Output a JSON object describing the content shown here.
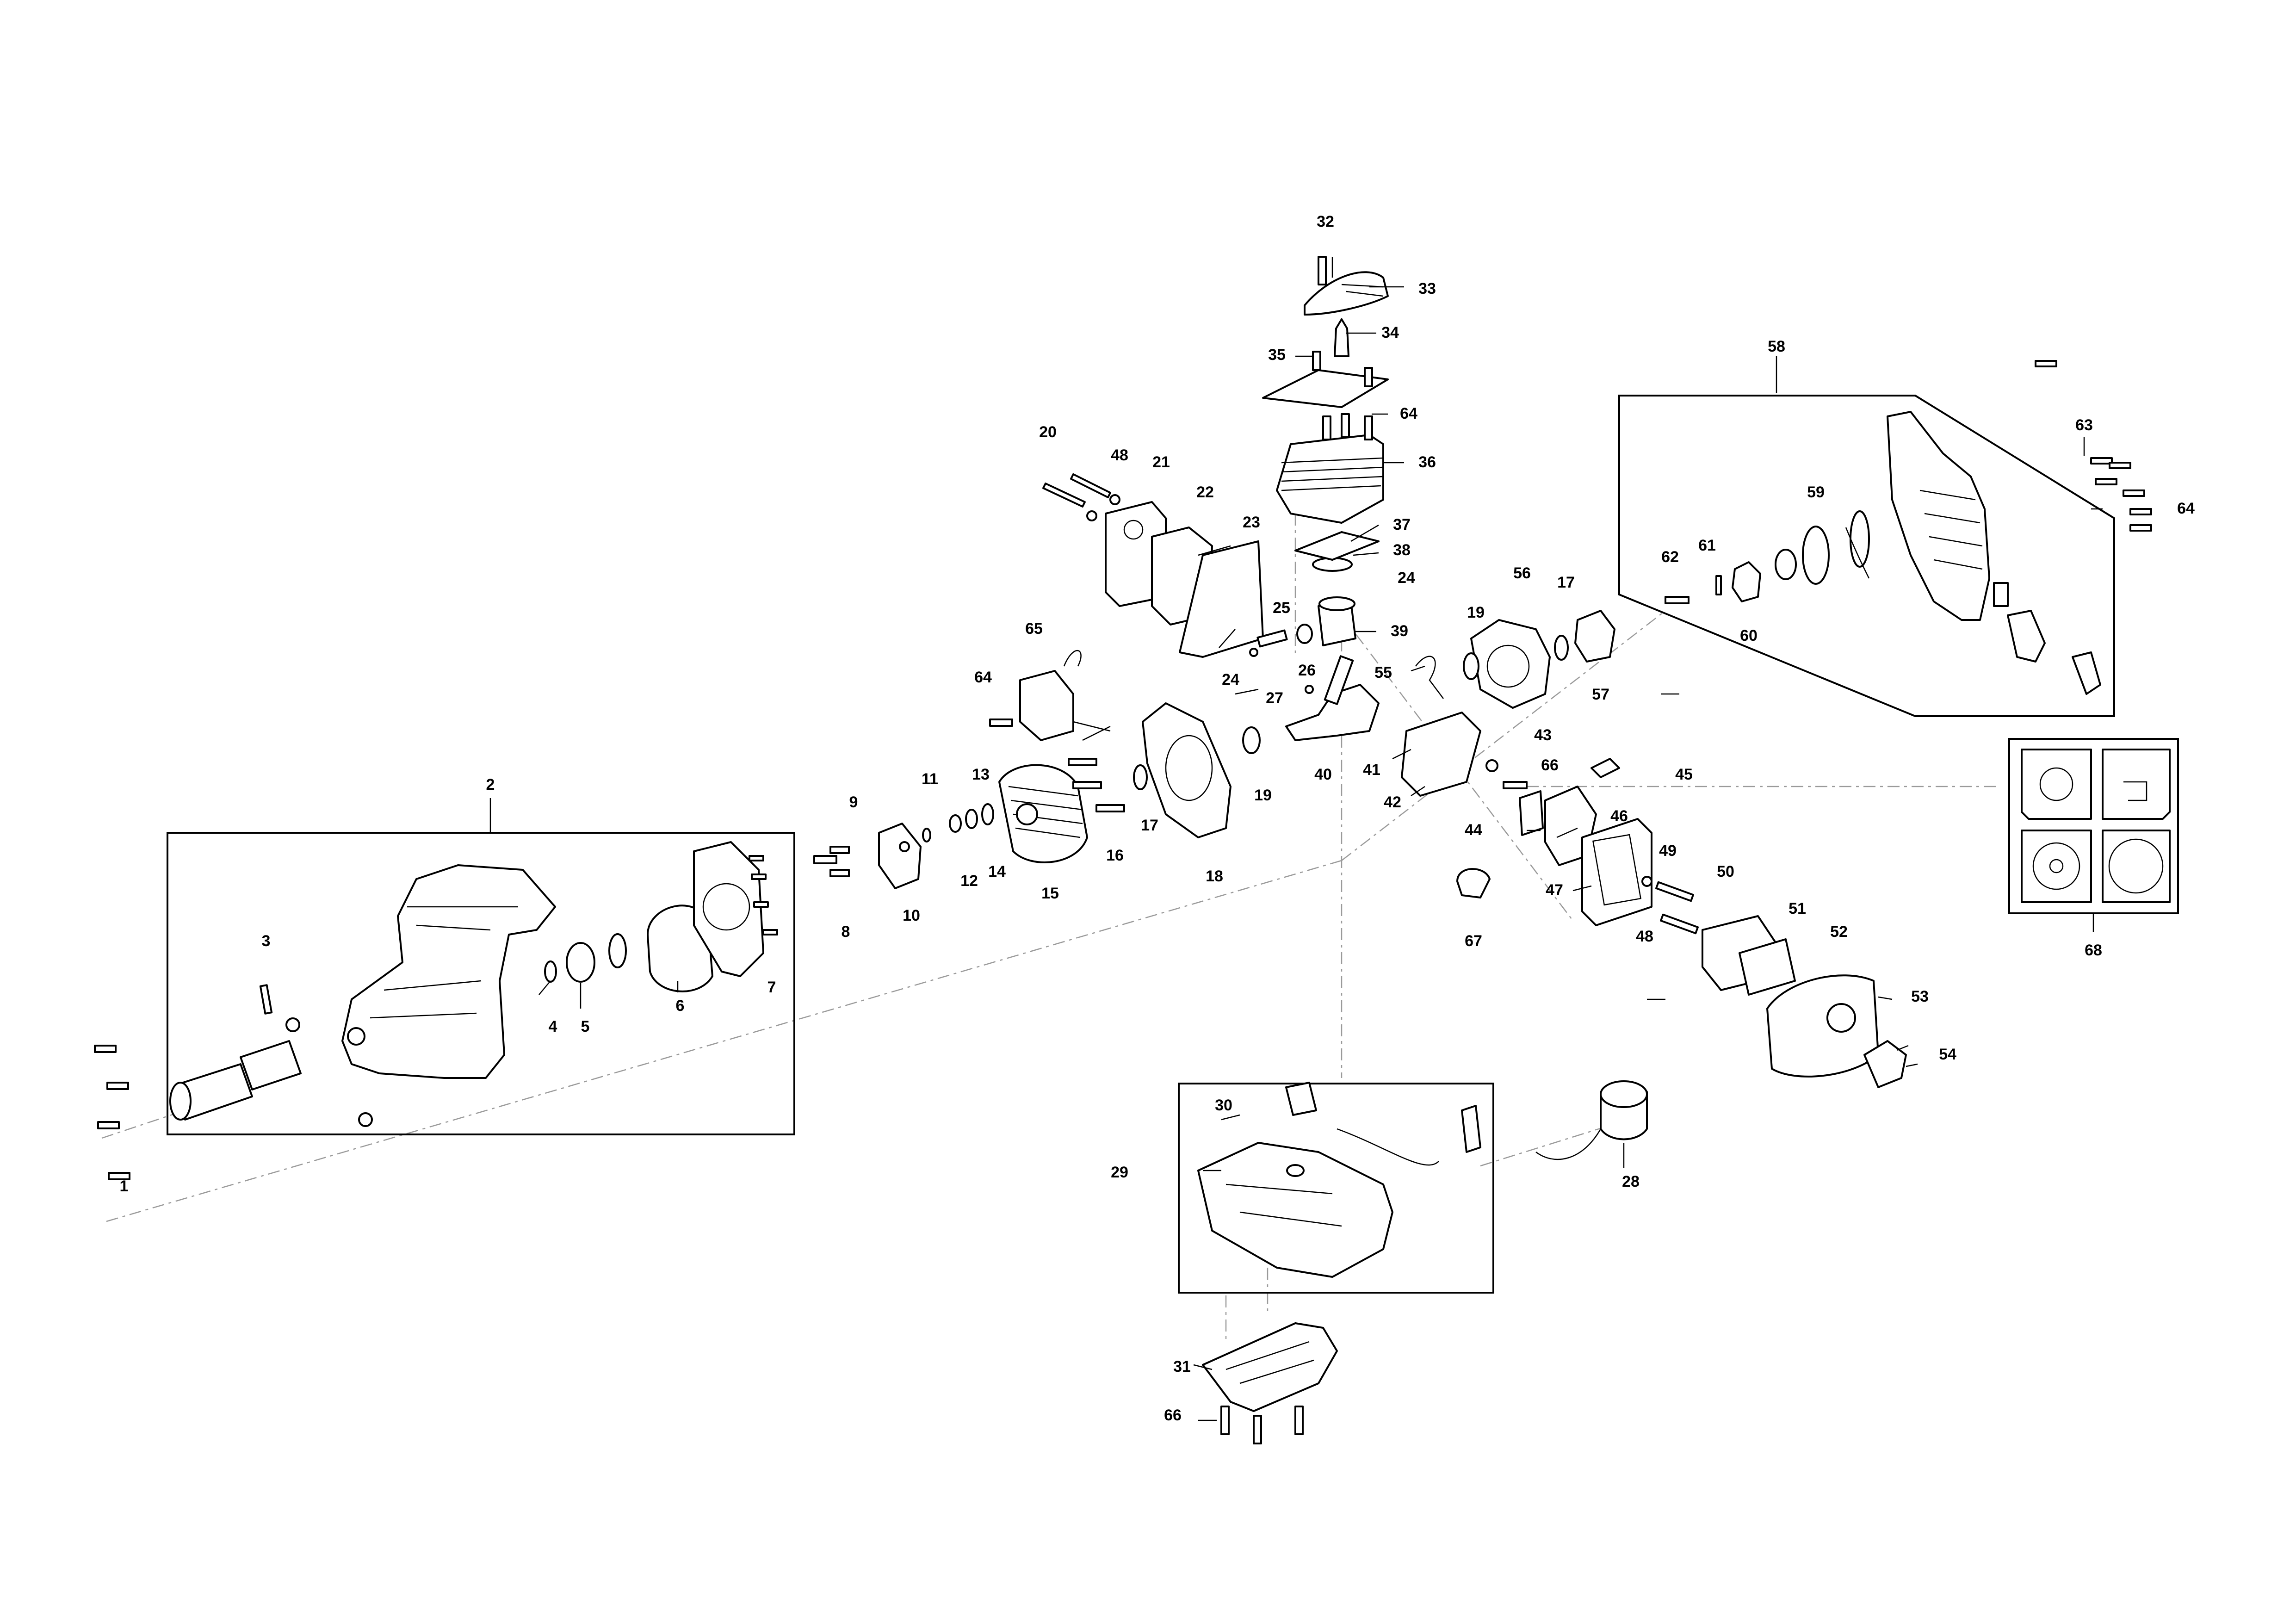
{
  "callouts": {
    "c1": "1",
    "c2": "2",
    "c3": "3",
    "c4": "4",
    "c5": "5",
    "c6": "6",
    "c7": "7",
    "c8": "8",
    "c9": "9",
    "c10": "10",
    "c11": "11",
    "c12": "12",
    "c13": "13",
    "c14": "14",
    "c15": "15",
    "c16": "16",
    "c17a": "17",
    "c17b": "17",
    "c18": "18",
    "c19a": "19",
    "c19b": "19",
    "c20": "20",
    "c21": "21",
    "c22": "22",
    "c23": "23",
    "c24a": "24",
    "c24b": "24",
    "c25": "25",
    "c26": "26",
    "c27": "27",
    "c28": "28",
    "c29": "29",
    "c30": "30",
    "c31": "31",
    "c32": "32",
    "c33": "33",
    "c34": "34",
    "c35": "35",
    "c36": "36",
    "c37": "37",
    "c38": "38",
    "c39": "39",
    "c40": "40",
    "c41": "41",
    "c42": "42",
    "c43": "43",
    "c44": "44",
    "c45": "45",
    "c46": "46",
    "c47": "47",
    "c48a": "48",
    "c48b": "48",
    "c49": "49",
    "c50": "50",
    "c51": "51",
    "c52": "52",
    "c53": "53",
    "c54": "54",
    "c55": "55",
    "c56": "56",
    "c57": "57",
    "c58": "58",
    "c59": "59",
    "c60": "60",
    "c61": "61",
    "c62": "62",
    "c63": "63",
    "c64a": "64",
    "c64b": "64",
    "c64c": "64",
    "c65": "65",
    "c66a": "66",
    "c66b": "66",
    "c67": "67",
    "c68": "68"
  },
  "colors": {
    "line": "#000000",
    "axis_dash": "#9a9a9a",
    "background": "#ffffff"
  }
}
